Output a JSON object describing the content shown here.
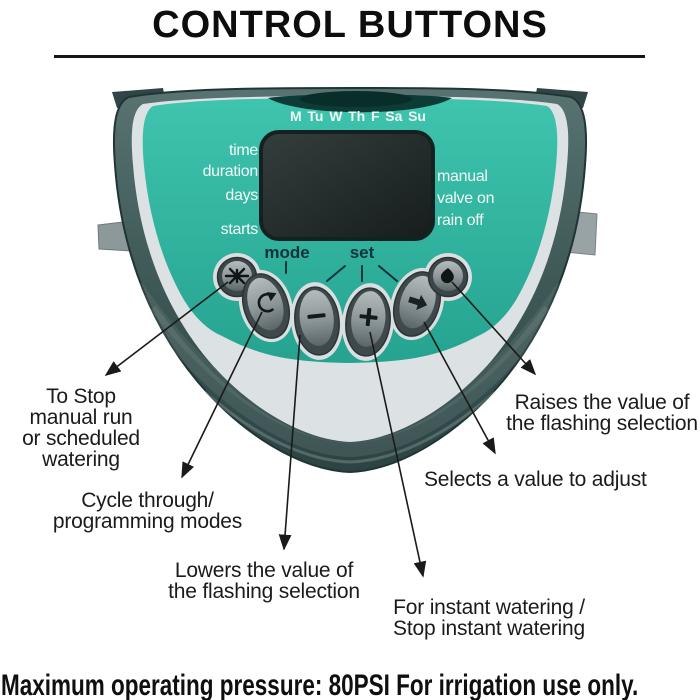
{
  "title": "CONTROL BUTTONS",
  "device": {
    "days": [
      "M",
      "Tu",
      "W",
      "Th",
      "F",
      "Sa",
      "Su"
    ],
    "left_labels": [
      "time",
      "duration",
      "days",
      "starts"
    ],
    "right_labels": [
      "manual",
      "valve on",
      "rain off"
    ],
    "group_labels": {
      "mode": "mode",
      "set": "set"
    },
    "buttons": [
      {
        "name": "stop-watering-button",
        "icon": "sun-burst-icon"
      },
      {
        "name": "mode-button",
        "icon": "cycle-arrow-icon"
      },
      {
        "name": "minus-button",
        "icon": "minus-icon"
      },
      {
        "name": "plus-button",
        "icon": "plus-icon"
      },
      {
        "name": "next-button",
        "icon": "arrow-right-icon"
      },
      {
        "name": "manual-button",
        "icon": "droplet-icon"
      }
    ]
  },
  "annotations": {
    "stop": {
      "lines": [
        "To Stop",
        "manual run",
        "or scheduled",
        "watering"
      ]
    },
    "cycle": {
      "lines": [
        "Cycle through/",
        "programming modes"
      ]
    },
    "lowers": {
      "lines": [
        "Lowers the value of",
        "the flashing selection"
      ]
    },
    "instant": {
      "lines": [
        "For instant watering /",
        "Stop instant watering"
      ]
    },
    "selects": {
      "lines": [
        "Selects a value to adjust"
      ]
    },
    "raises": {
      "lines": [
        "Raises the value of",
        "the flashing selection"
      ]
    }
  },
  "colors": {
    "teal": "#2fb4a0",
    "teal_dark": "#0d3b35",
    "shell": "#3c5553",
    "silver": "#dce1e3",
    "lcd": "#232b2a"
  },
  "footer": "Maximum operating pressure: 80PSI For irrigation use only."
}
